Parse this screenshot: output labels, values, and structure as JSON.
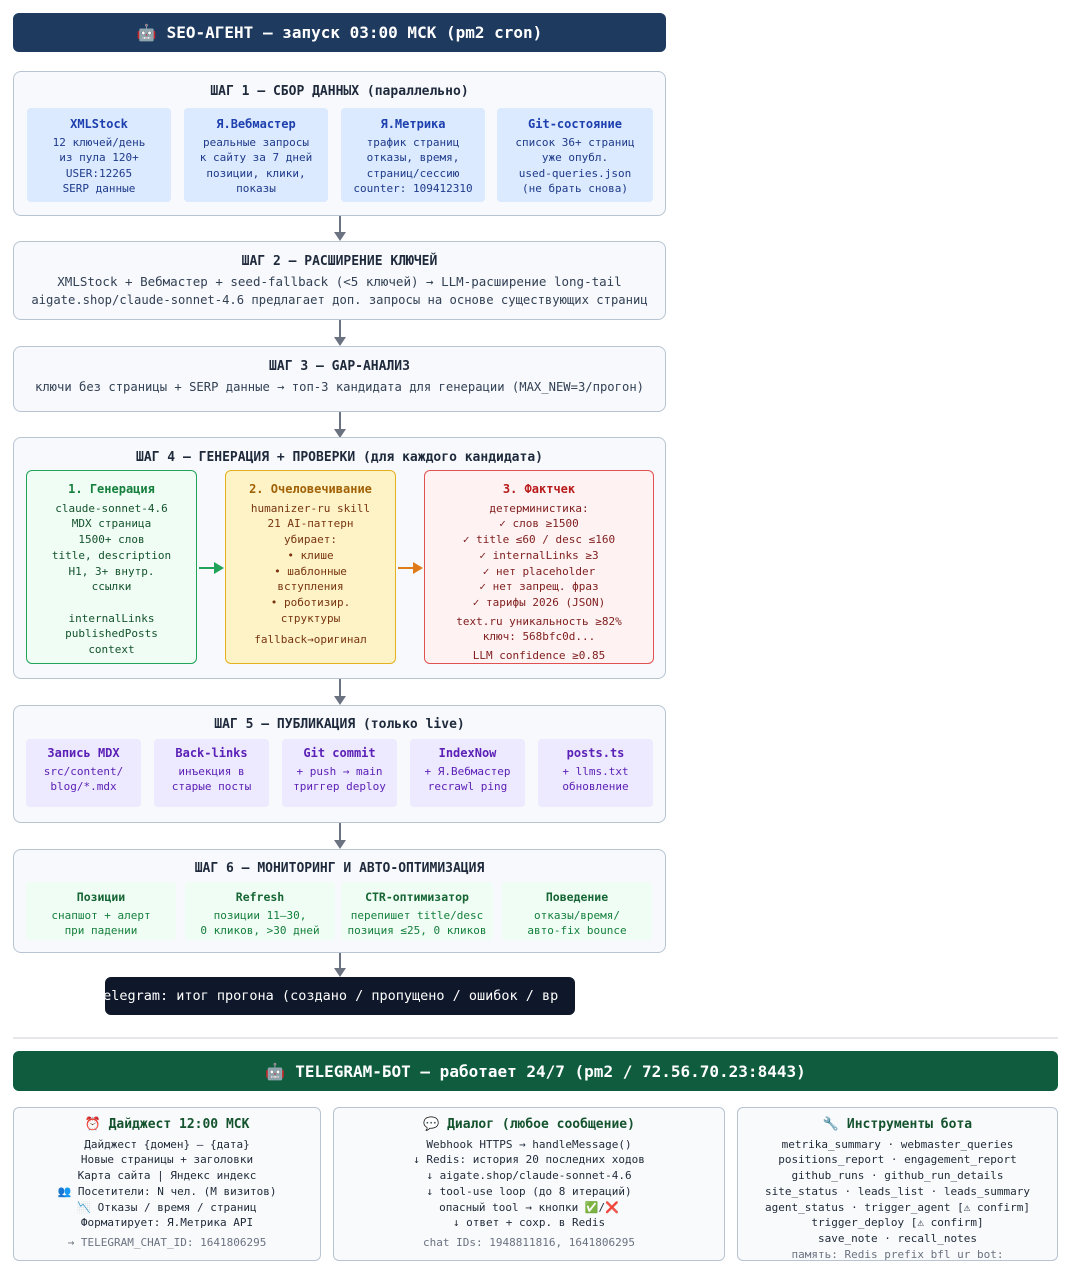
{
  "header": {
    "icon": "🤖",
    "title": "SEO-АГЕНТ — запуск 03:00 МСК (pm2 cron)"
  },
  "step1": {
    "title": "ШАГ 1 — СБОР ДАННЫХ (параллельно)",
    "cards": [
      {
        "title": "XMLStock",
        "lines": [
          "12 ключей/день",
          "из пула 120+",
          "USER:12265",
          "SERP данные"
        ]
      },
      {
        "title": "Я.Вебмастер",
        "lines": [
          "реальные запросы",
          "к сайту за 7 дней",
          "позиции, клики,",
          "показы"
        ]
      },
      {
        "title": "Я.Метрика",
        "lines": [
          "трафик страниц",
          "отказы, время,",
          "страниц/сессию",
          "counter: 109412310"
        ]
      },
      {
        "title": "Git-состояние",
        "lines": [
          "список 36+ страниц",
          "уже опубл.",
          "used-queries.json",
          "(не брать снова)"
        ]
      }
    ]
  },
  "step2": {
    "title": "ШАГ 2 — РАСШИРЕНИЕ КЛЮЧЕЙ",
    "line1": "XMLStock + Вебмастер + seed-fallback (<5 ключей) → LLM-расширение long-tail",
    "line2": "aigate.shop/claude-sonnet-4.6 предлагает доп. запросы на основе существующих страниц"
  },
  "step3": {
    "title": "ШАГ 3 — GAP-АНАЛИЗ",
    "line1": "ключи без страницы + SERP данные → топ-3 кандидата для генерации (MAX_NEW=3/прогон)"
  },
  "step4": {
    "title": "ШАГ 4 — ГЕНЕРАЦИЯ + ПРОВЕРКИ (для каждого кандидата)",
    "gen": {
      "title": "1. Генерация",
      "lines": [
        "claude-sonnet-4.6",
        "MDX страница",
        "1500+ слов",
        "title, description",
        "H1, 3+ внутр.",
        "ссылки",
        "",
        "internalLinks",
        "publishedPosts",
        "context"
      ]
    },
    "human": {
      "title": "2. Очеловечивание",
      "lines": [
        "humanizer-ru skill",
        "21 AI-паттерн",
        "убирает:",
        "• клише",
        "• шаблонные",
        "вступления",
        "• роботизир.",
        "структуры"
      ],
      "footer": "fallback→оригинал"
    },
    "fact": {
      "title": "3. Фактчек",
      "lines": [
        "детерминистика:",
        "✓ слов ≥1500",
        "✓ title ≤60 / desc ≤160",
        "✓ internalLinks ≥3",
        "✓ нет placeholder",
        "✓ нет запрещ. фраз",
        "✓ тарифы 2026 (JSON)"
      ],
      "lines2": [
        "text.ru уникальность ≥82%",
        "ключ: 568bfc0d..."
      ],
      "footer": "LLM confidence ≥0.85"
    }
  },
  "step5": {
    "title": "ШАГ 5 — ПУБЛИКАЦИЯ (только live)",
    "cards": [
      {
        "title": "Запись MDX",
        "lines": [
          "src/content/",
          "blog/*.mdx"
        ]
      },
      {
        "title": "Back-links",
        "lines": [
          "инъекция в",
          "старые посты"
        ]
      },
      {
        "title": "Git commit",
        "lines": [
          "+ push → main",
          "триггер deploy"
        ]
      },
      {
        "title": "IndexNow",
        "lines": [
          "+ Я.Вебмастер",
          "recrawl ping"
        ]
      },
      {
        "title": "posts.ts",
        "lines": [
          "+ llms.txt",
          "обновление"
        ]
      }
    ]
  },
  "step6": {
    "title": "ШАГ 6 — МОНИТОРИНГ И АВТО-ОПТИМИЗАЦИЯ",
    "cards": [
      {
        "title": "Позиции",
        "lines": [
          "снапшот + алерт",
          "при падении"
        ]
      },
      {
        "title": "Refresh",
        "lines": [
          "позиции 11–30,",
          "0 кликов, >30 дней"
        ]
      },
      {
        "title": "CTR-оптимизатор",
        "lines": [
          "перепишет title/desc",
          "позиция ≤25, 0 кликов"
        ]
      },
      {
        "title": "Поведение",
        "lines": [
          "отказы/время/",
          "авто-fix bounce"
        ]
      }
    ]
  },
  "telegram_summary": "Telegram: итог прогона (создано / пропущено / ошибок / вр",
  "bot_header": {
    "icon": "🤖",
    "title": "TELEGRAM-БОТ — работает 24/7 (pm2 / 72.56.70.23:8443)"
  },
  "digest": {
    "icon": "⏰",
    "title": "Дайджест 12:00 МСК",
    "lines": [
      "Дайджест {домен} — {дата}",
      "Новые страницы + заголовки",
      "Карта сайта | Яндекс индекс",
      "👥 Посетители: N чел. (M визитов)",
      "📉 Отказы / время / страниц",
      "Форматирует: Я.Метрика API"
    ],
    "note": "→ TELEGRAM_CHAT_ID: 1641806295"
  },
  "dialog": {
    "icon": "💬",
    "title": "Диалог (любое сообщение)",
    "lines": [
      "Webhook HTTPS → handleMessage()",
      "↓ Redis: история 20 последних ходов",
      "↓ aigate.shop/claude-sonnet-4.6",
      "↓ tool-use loop (до 8 итераций)",
      "опасный tool → кнопки ✅/❌",
      "↓ ответ + сохр. в Redis"
    ],
    "note": "chat IDs: 1948811816, 1641806295"
  },
  "tools": {
    "icon": "🔧",
    "title": "Инструменты бота",
    "lines": [
      "metrika_summary · webmaster_queries",
      "positions_report · engagement_report",
      "github_runs · github_run_details",
      "site_status · leads_list · leads_summary",
      "agent_status · trigger_agent [⚠ confirm]",
      "trigger_deploy [⚠ confirm]",
      "save_note · recall_notes"
    ],
    "note": "память: Redis prefix bfl_ur_bot:"
  },
  "colors": {
    "seo_banner": "#1e3a5f",
    "bot_banner": "#0f5c3f",
    "step_border": "#b8c4d2",
    "blue_card": "#dbeafe",
    "purple_card": "#ede9fe",
    "green_card": "#f0fdf4",
    "gen_border": "#22a35a",
    "human_border": "#e5b020",
    "fact_border": "#e05252"
  }
}
